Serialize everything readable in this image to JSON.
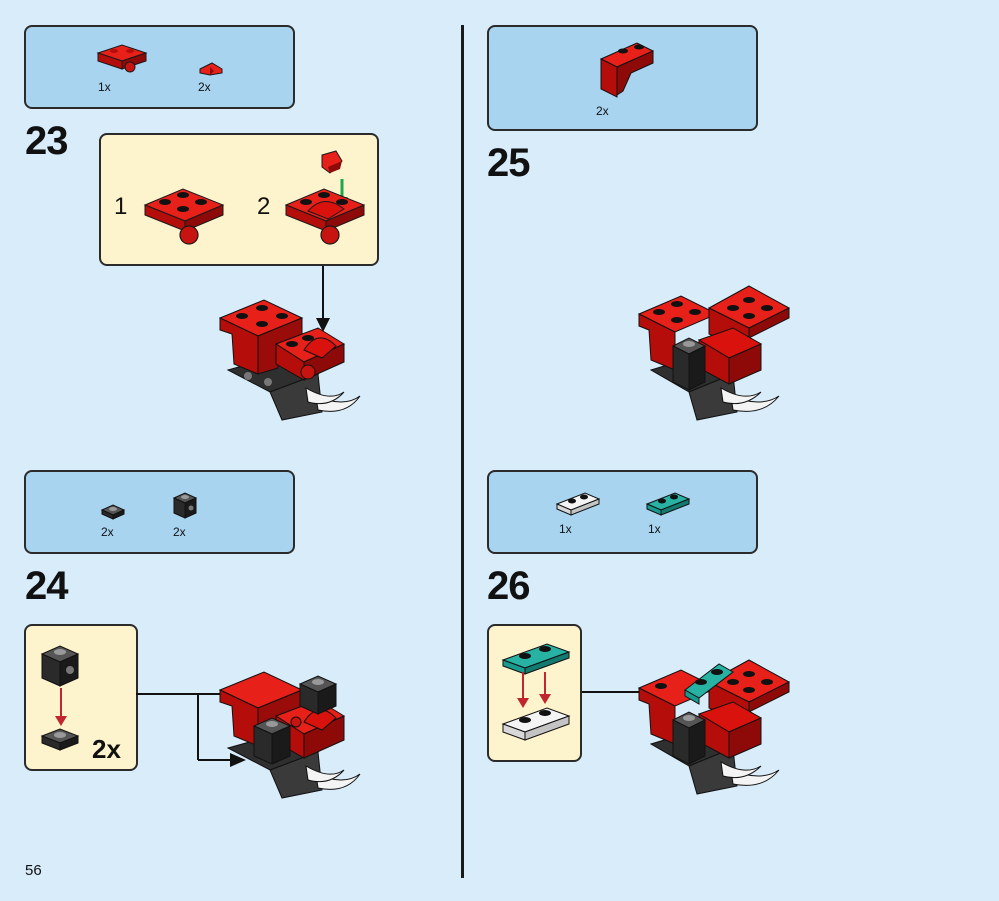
{
  "page": {
    "number": "56"
  },
  "colors": {
    "background": "#d8ecfa",
    "parts_panel": "#a9d4f0",
    "sub_panel": "#fdf3cc",
    "brick_red": "#d9120e",
    "brick_black": "#2a2a2a",
    "brick_teal": "#1a9a8e",
    "brick_white": "#f4f4f4",
    "arrow_green": "#1da84b",
    "arrow_red": "#c0262d"
  },
  "steps": [
    {
      "number": "23",
      "parts": [
        {
          "qty": "1x",
          "icon": "red-plate-with-ball-icon"
        },
        {
          "qty": "2x",
          "icon": "red-slope-icon"
        }
      ],
      "substeps": [
        {
          "label": "1"
        },
        {
          "label": "2"
        }
      ]
    },
    {
      "number": "24",
      "parts": [
        {
          "qty": "2x",
          "icon": "black-round-tile-icon"
        },
        {
          "qty": "2x",
          "icon": "black-brick-icon"
        }
      ],
      "multiplier": "2x"
    },
    {
      "number": "25",
      "parts": [
        {
          "qty": "2x",
          "icon": "red-arch-icon"
        }
      ]
    },
    {
      "number": "26",
      "parts": [
        {
          "qty": "1x",
          "icon": "white-plate-icon"
        },
        {
          "qty": "1x",
          "icon": "teal-plate-icon"
        }
      ]
    }
  ]
}
